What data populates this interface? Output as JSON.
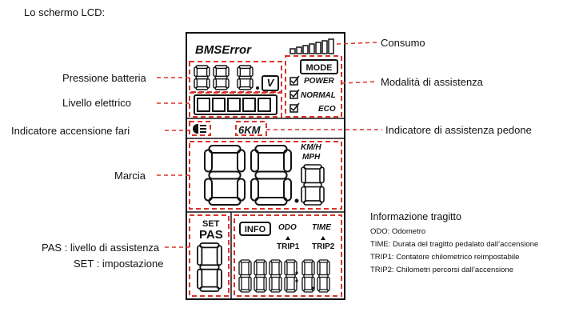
{
  "page_title": "Lo schermo LCD:",
  "labels": {
    "consumo": "Consumo",
    "modalita": "Modalità di assistenza",
    "pressione": "Pressione batteria",
    "livello": "Livello elettrico",
    "fari": "Indicatore accensione fari",
    "pedone": "Indicatore di assistenza pedone",
    "marcia": "Marcia",
    "pas": "PAS : livello di assistenza",
    "set": "SET : impostazione"
  },
  "info_block": {
    "title": "Informazione tragitto",
    "lines": [
      "ODO: Odometro",
      "TIME: Durata del tragitto pedalato dall’accensione",
      "TRIP1: Contatore chilometrico reimpostabile",
      "TRIP2: Chilometri percorsi dall’accensione"
    ]
  },
  "lcd": {
    "bms_error": "BMSError",
    "volt_unit": "V",
    "mode": "MODE",
    "modes": [
      "POWER",
      "NORMAL",
      "ECO"
    ],
    "walk": "6KM",
    "speed_units": [
      "KM/H",
      "MPH"
    ],
    "set": "SET",
    "pas": "PAS",
    "info": "INFO",
    "odo": "ODO",
    "time": "TIME",
    "trip1": "TRIP1",
    "trip2": "TRIP2"
  }
}
